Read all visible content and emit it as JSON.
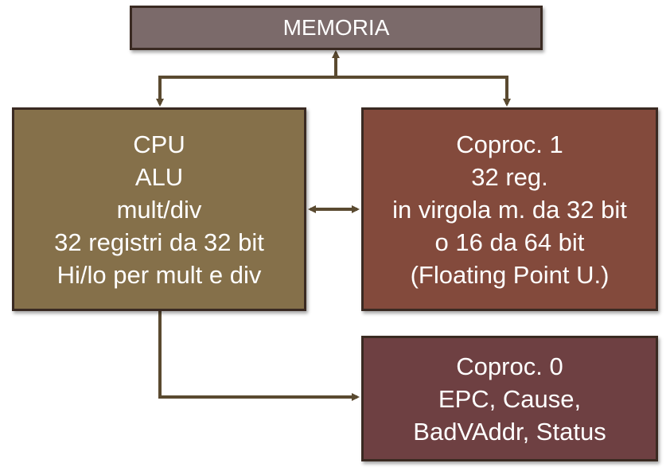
{
  "colors": {
    "memoria_fill": "#7b6a6a",
    "cpu_fill": "#85704a",
    "coproc1_fill": "#834a3c",
    "coproc0_fill": "#6e4042",
    "connector": "#5a4a30",
    "text": "#ffffff"
  },
  "memoria": {
    "lines": [
      "MEMORIA"
    ]
  },
  "cpu": {
    "lines": [
      "CPU",
      "ALU",
      "mult/div",
      "32 registri da 32 bit",
      "Hi/lo per mult e div"
    ]
  },
  "coproc1": {
    "lines": [
      "Coproc. 1",
      "32 reg.",
      "in virgola m. da 32 bit",
      "o 16 da 64 bit",
      "(Floating Point U.)"
    ]
  },
  "coproc0": {
    "lines": [
      "Coproc. 0",
      "EPC, Cause,",
      "BadVAddr, Status"
    ]
  }
}
